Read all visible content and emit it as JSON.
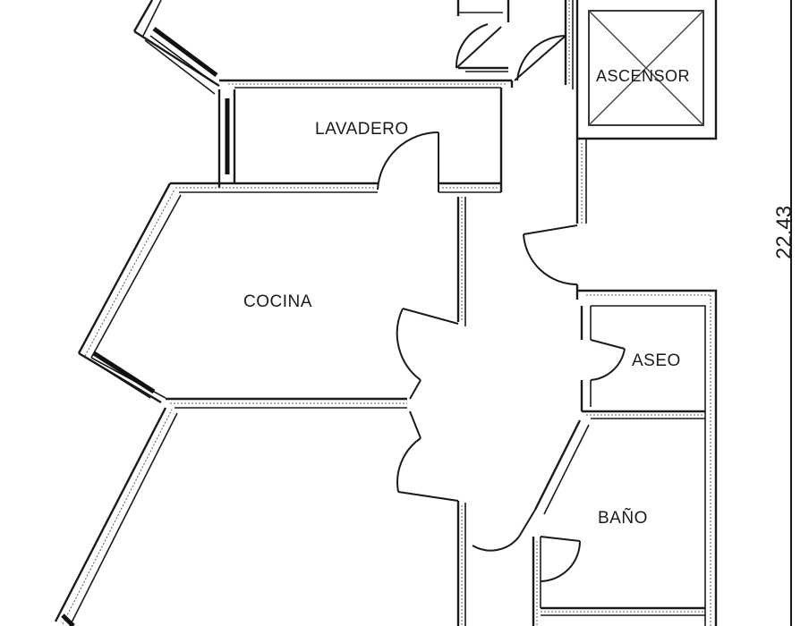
{
  "rooms": {
    "lavadero": "LAVADERO",
    "cocina": "COCINA",
    "aseo": "ASEO",
    "bano": "BAÑO",
    "ascensor": "ASCENSOR"
  },
  "dimension": {
    "value": "22.43"
  }
}
